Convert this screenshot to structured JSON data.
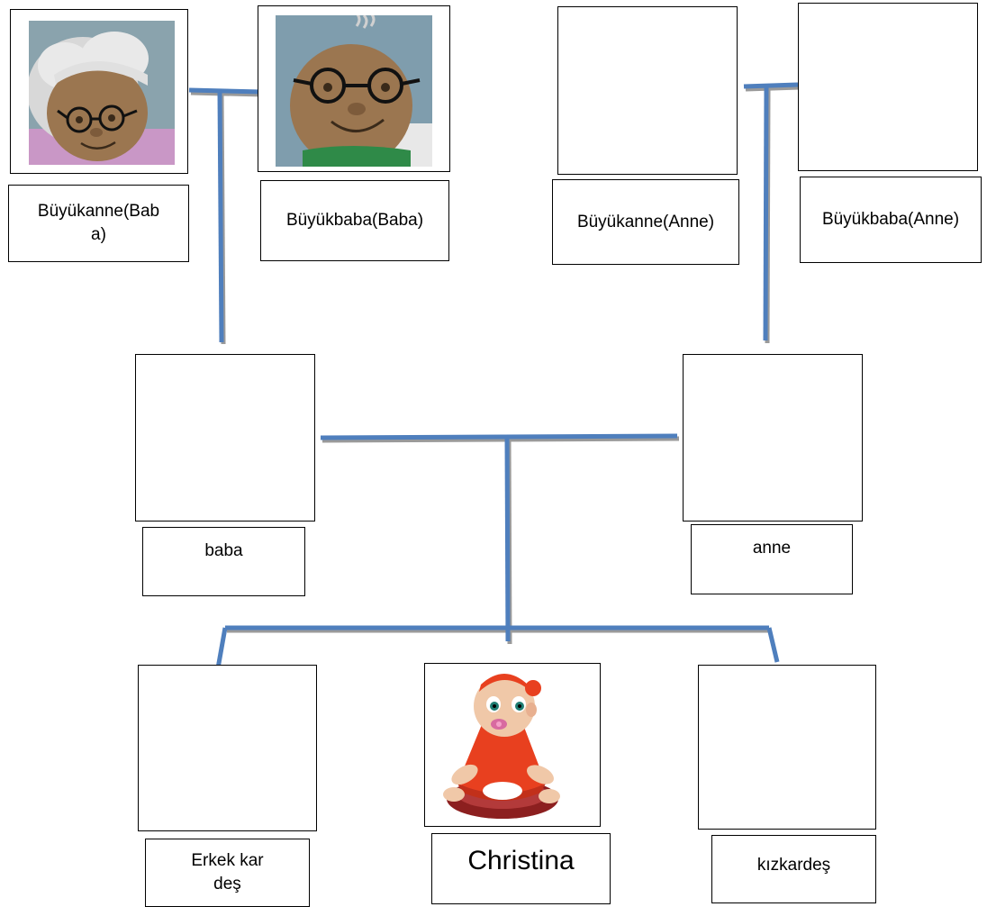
{
  "labels": {
    "grandmother_father_side": "Büyükanne(Baba)",
    "grandfather_father_side": "Büyükbaba(Baba)",
    "grandmother_mother_side": "Büyükanne(Anne)",
    "grandfather_mother_side": "Büyükbaba(Anne)",
    "father": "baba",
    "mother": "anne",
    "brother": "Erkek kardeş",
    "self": "Christina",
    "sister": "kızkardeş"
  },
  "colors": {
    "connector": "#4f7fbd",
    "connector_shadow": "#9a9a9a",
    "grandma_bg": "#8aa3ad",
    "grandpa_bg": "#7f9dad",
    "skin": "#9b7650",
    "baby_dress": "#e8401f"
  },
  "icons": {
    "grandmother": "grandmother-portrait",
    "grandfather": "grandfather-portrait",
    "baby": "baby-clipart"
  }
}
